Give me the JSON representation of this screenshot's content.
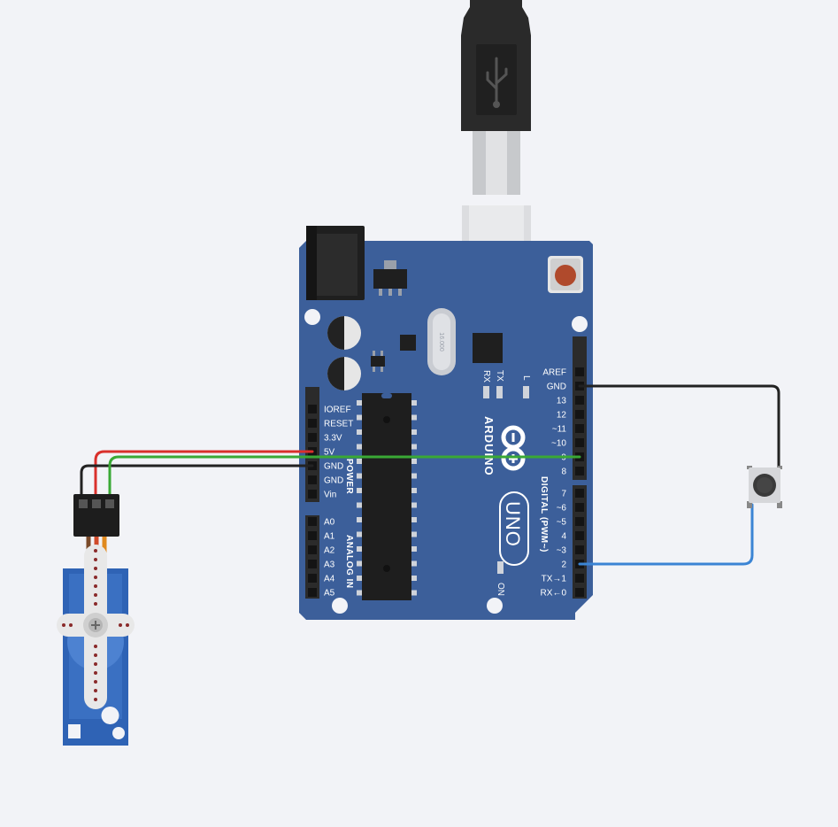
{
  "board": {
    "brand": "ARDUINO",
    "model": "UNO",
    "crystal_label": "16.000",
    "led_labels": {
      "rx": "RX",
      "tx": "TX",
      "l": "L",
      "on": "ON"
    },
    "power_header_title": "POWER",
    "analog_header_title": "ANALOG IN",
    "digital_header_title": "DIGITAL (PWM~)",
    "power_pins": [
      "IOREF",
      "RESET",
      "3.3V",
      "5V",
      "GND",
      "GND",
      "Vin"
    ],
    "analog_pins": [
      "A0",
      "A1",
      "A2",
      "A3",
      "A4",
      "A5"
    ],
    "digital_pins_top": [
      "AREF",
      "GND",
      "13",
      "12",
      "~11",
      "~10",
      "~9",
      "8"
    ],
    "digital_pins_bottom": [
      "7",
      "~6",
      "~5",
      "4",
      "~3",
      "2",
      "TX→1",
      "RX←0"
    ]
  },
  "wires": [
    {
      "name": "servo-power-wire",
      "from": "servo",
      "to": "5V",
      "color": "#d9302c"
    },
    {
      "name": "servo-ground-wire",
      "from": "servo",
      "to": "GND",
      "color": "#222222"
    },
    {
      "name": "servo-signal-wire",
      "from": "servo",
      "to": "~9",
      "color": "#3aa935"
    },
    {
      "name": "button-ground-wire",
      "from": "pushbutton",
      "to": "GND",
      "color": "#222222"
    },
    {
      "name": "button-signal-wire",
      "from": "pushbutton",
      "to": "2",
      "color": "#3b84d4"
    }
  ],
  "colors": {
    "background": "#f2f3f7",
    "board": "#3c5f9a",
    "header": "#2b2b2b",
    "servo": "#2f63b5"
  }
}
